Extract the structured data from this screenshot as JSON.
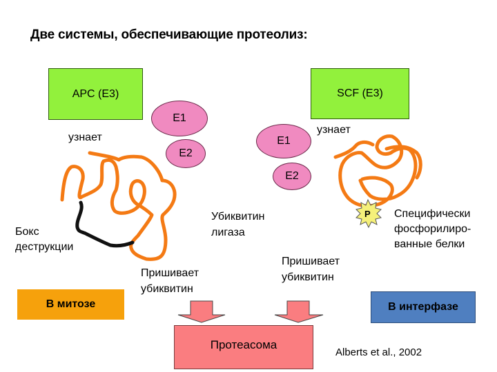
{
  "title": "Две системы, обеспечивающие протеолиз:",
  "left_system": {
    "e3_label": "APC (E3)",
    "e1_label": "E1",
    "e2_label": "E2",
    "recognizes_label": "узнает",
    "destruction_box_label_line1": "Бокс",
    "destruction_box_label_line2": "деструкции",
    "attaches_line1": "Пришивает",
    "attaches_line2": "убиквитин",
    "phase_label": "В митозе"
  },
  "right_system": {
    "e3_label": "SCF (E3)",
    "e1_label": "E1",
    "e2_label": "E2",
    "recognizes_label": "узнает",
    "phospho_badge": "P",
    "phospho_line1": "Специфически",
    "phospho_line2": "фосфорилиро-",
    "phospho_line3": "ванные белки",
    "attaches_line1": "Пришивает",
    "attaches_line2": "убиквитин",
    "phase_label": "В интерфазе"
  },
  "ligase_line1": "Убиквитин",
  "ligase_line2": "лигаза",
  "proteasome_label": "Протеасома",
  "citation": "Alberts et al., 2002",
  "colors": {
    "e3_green": "#92f13c",
    "enzyme_pink": "#f08ac0",
    "protein_orange": "#f47a14",
    "destruction_box_black": "#111111",
    "mitosis_orange": "#f6a10c",
    "interphase_blue": "#4f7fc0",
    "proteasome_pink": "#fa7d80",
    "phospho_yellow": "#f5f07a"
  }
}
